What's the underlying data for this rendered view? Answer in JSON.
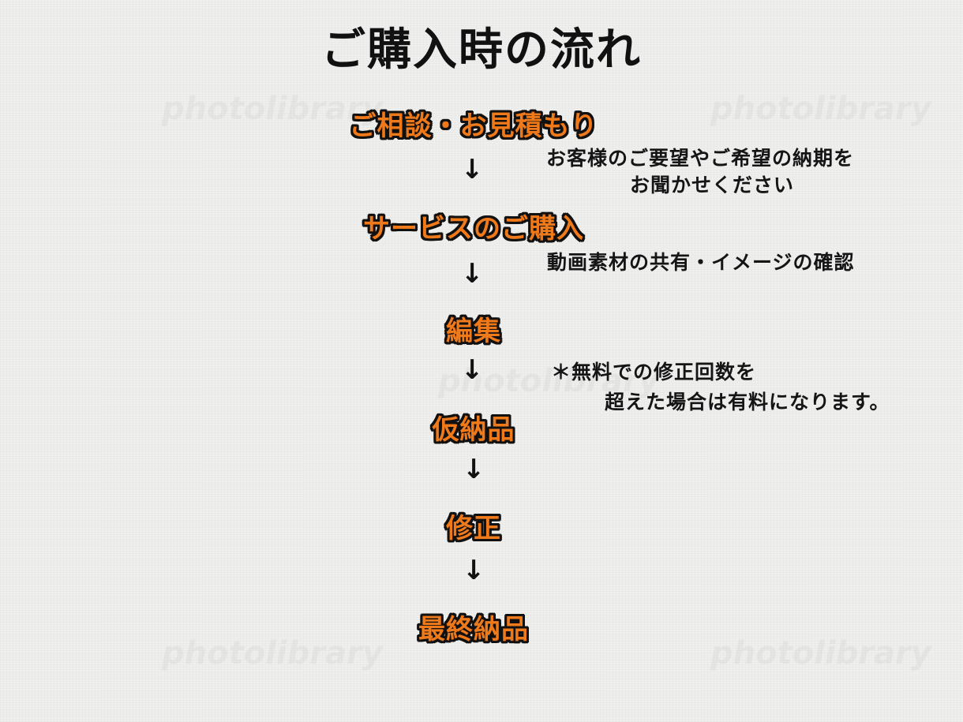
{
  "title": "ご購入時の流れ",
  "steps": [
    {
      "label": "ご相談・お見積もり"
    },
    {
      "label": "サービスのご購入"
    },
    {
      "label": "編集"
    },
    {
      "label": "仮納品"
    },
    {
      "label": "修正"
    },
    {
      "label": "最終納品"
    }
  ],
  "arrow_glyph": "↓",
  "notes": [
    {
      "line1": "お客様のご要望やご希望の納期を",
      "line2": "お聞かせください"
    },
    {
      "line1": "動画素材の共有・イメージの確認"
    },
    {
      "line1": "＊無料での修正回数を",
      "line2": "超えた場合は有料になります。"
    }
  ],
  "watermark": "photolibrary",
  "colors": {
    "step_fill": "#f07a1a",
    "step_outline": "#111111",
    "text": "#111111",
    "background": "#efefee"
  }
}
